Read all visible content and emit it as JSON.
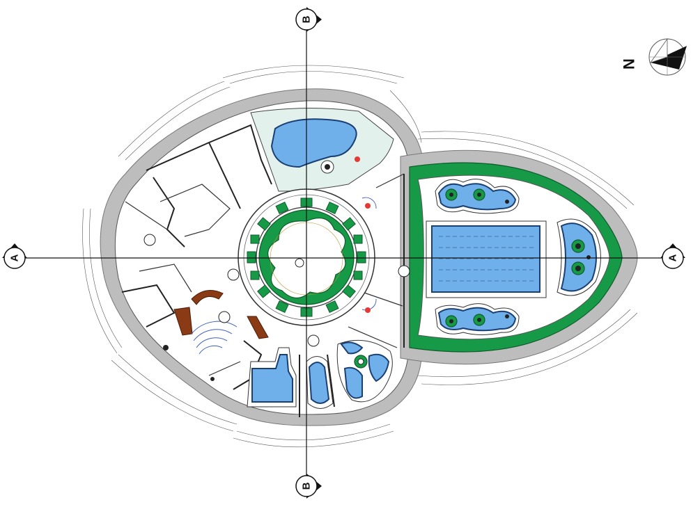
{
  "axis_markers": {
    "top": "B",
    "bottom": "B",
    "left": "A",
    "right": "A"
  },
  "north_label": "N",
  "colors": {
    "pool": "#6fb0ea",
    "garden": "#179a47",
    "wall": "#bdbdbd",
    "terrace": "#e2f1ec",
    "accent_red": "#e53935",
    "brown_wall": "#8a3a14"
  }
}
